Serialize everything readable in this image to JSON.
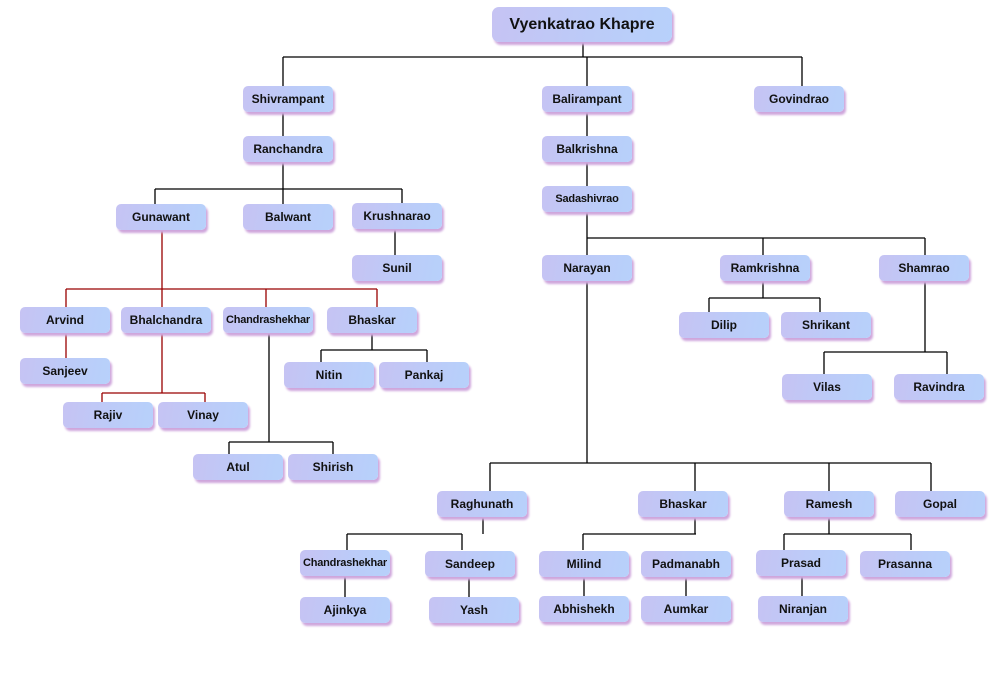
{
  "title": "Vyenkatrao Khapre",
  "line_colors": {
    "default": "#000000",
    "gunawant_branch": "#990000"
  },
  "nodes": [
    "Vyenkatrao Khapre",
    "Shivrampant",
    "Balirampant",
    "Govindrao",
    "Ranchandra",
    "Balkrishna",
    "Gunawant",
    "Balwant",
    "Krushnarao",
    "Sadashivrao",
    "Sunil",
    "Narayan",
    "Ramkrishna",
    "Shamrao",
    "Arvind",
    "Bhalchandra",
    "Chandrashekhar",
    "Bhaskar",
    "Sanjeev",
    "Rajiv",
    "Vinay",
    "Nitin",
    "Pankaj",
    "Dilip",
    "Shrikant",
    "Vilas",
    "Ravindra",
    "Atul",
    "Shirish",
    "Raghunath",
    "Bhaskar",
    "Ramesh",
    "Gopal",
    "Chandrashekhar",
    "Sandeep",
    "Milind",
    "Padmanabh",
    "Prasad",
    "Prasanna",
    "Ajinkya",
    "Yash",
    "Abhishekh",
    "Aumkar",
    "Niranjan"
  ]
}
